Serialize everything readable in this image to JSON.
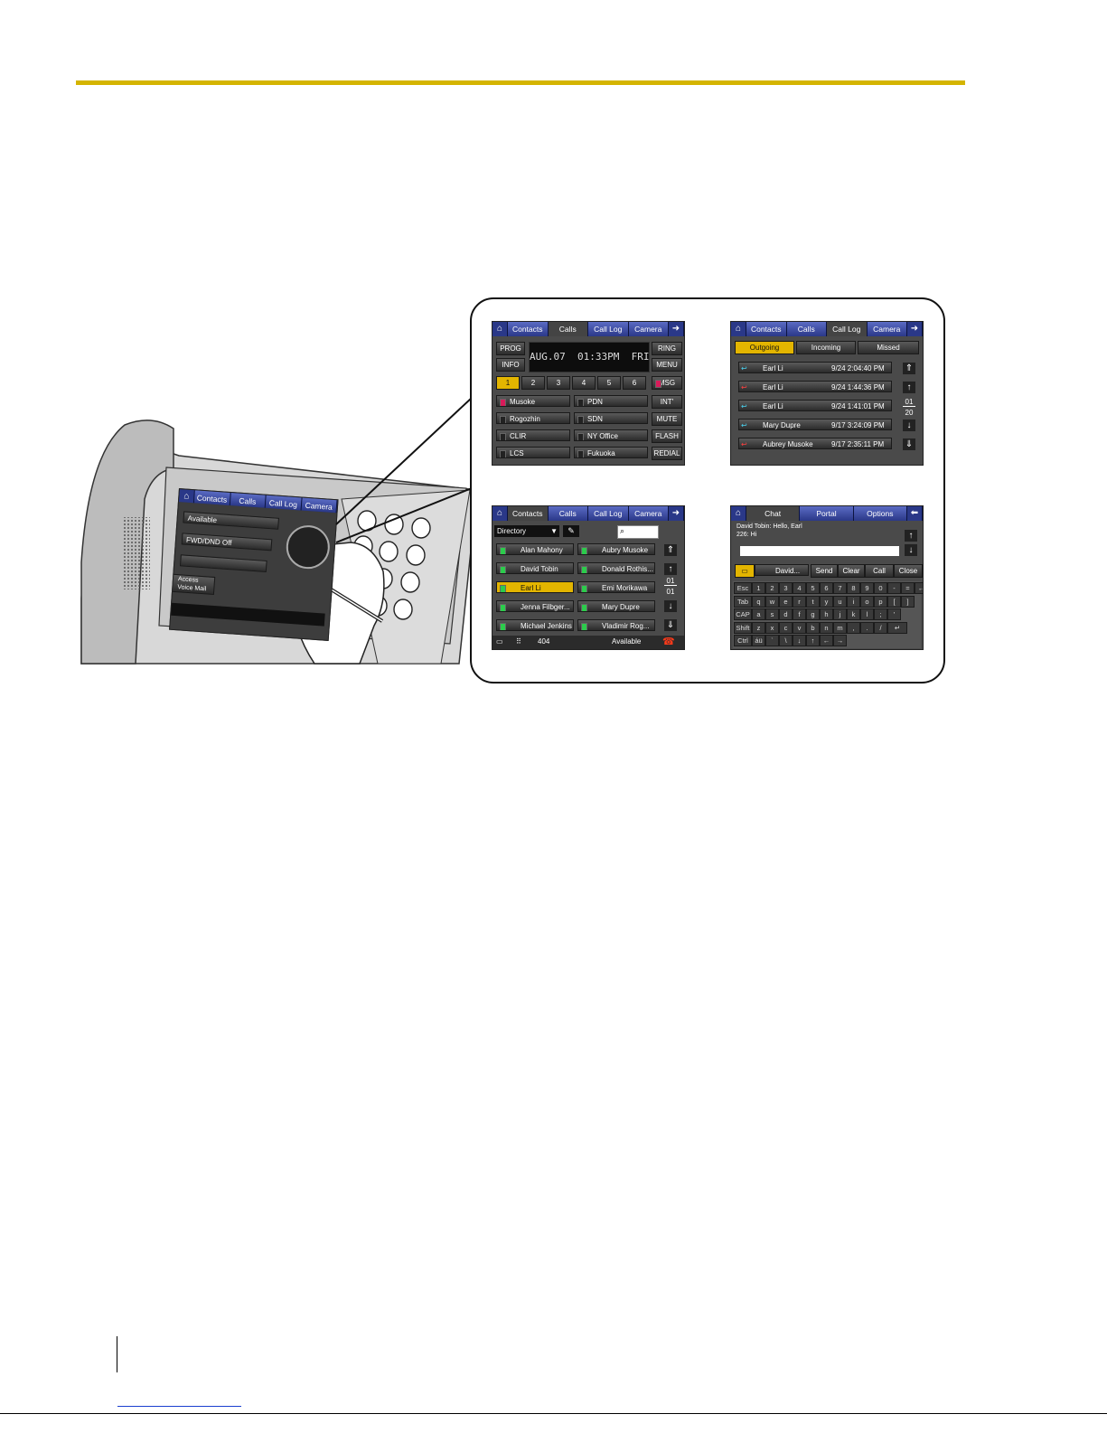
{
  "calls_screen": {
    "tabs": [
      "Contacts",
      "Calls",
      "Call Log",
      "Camera"
    ],
    "home_icon": "home-icon",
    "nav_icon": "arrow-right-icon",
    "display": "AUG.07  01:33PM  FRI",
    "left_buttons": [
      "PROG",
      "INFO"
    ],
    "right_buttons": [
      "RING",
      "MENU",
      "MSG",
      "INT'",
      "MUTE",
      "FLASH",
      "REDIAL"
    ],
    "line_keys": [
      "1",
      "2",
      "3",
      "4",
      "5",
      "6"
    ],
    "feature_keys": [
      "Musoke",
      "PDN",
      "Rogozhin",
      "SDN",
      "CLIR",
      "NY Office",
      "LCS",
      "Fukuoka"
    ]
  },
  "calllog_screen": {
    "tabs": [
      "Contacts",
      "Calls",
      "Call Log",
      "Camera"
    ],
    "filters": [
      "Outgoing",
      "Incoming",
      "Missed"
    ],
    "entries": [
      {
        "name": "Earl Li",
        "time": "9/24 2:04:40 PM"
      },
      {
        "name": "Earl Li",
        "time": "9/24 1:44:36 PM"
      },
      {
        "name": "Earl Li",
        "time": "9/24 1:41:01 PM"
      },
      {
        "name": "Mary Dupre",
        "time": "9/17 3:24:09 PM"
      },
      {
        "name": "Aubrey Musoke",
        "time": "9/17 2:35:11 PM"
      }
    ],
    "page_current": "01",
    "page_total": "20"
  },
  "contacts_screen": {
    "tabs": [
      "Contacts",
      "Calls",
      "Call Log",
      "Camera"
    ],
    "directory_label": "Directory",
    "contacts_left": [
      "Alan Mahony",
      "David Tobin",
      "Earl Li",
      "Jenna Filbger...",
      "Michael Jenkins"
    ],
    "contacts_right": [
      "Aubry Musoke",
      "Donald Rothis...",
      "Emi Morikawa",
      "Mary Dupre",
      "Vladimir Rog..."
    ],
    "page_current": "01",
    "page_total": "01",
    "extension": "404",
    "status": "Available"
  },
  "chat_screen": {
    "tabs": [
      "Chat",
      "Portal",
      "Options"
    ],
    "messages": [
      "David Tobin: Hello, Earl",
      "226: Hi"
    ],
    "buttons": [
      "David...",
      "Send",
      "Clear",
      "Call",
      "Close"
    ],
    "kb_row1": [
      "Esc",
      "1",
      "2",
      "3",
      "4",
      "5",
      "6",
      "7",
      "8",
      "9",
      "0",
      "-",
      "=",
      "←"
    ],
    "kb_row2": [
      "Tab",
      "q",
      "w",
      "e",
      "r",
      "t",
      "y",
      "u",
      "i",
      "o",
      "p",
      "[",
      "]"
    ],
    "kb_row3": [
      "CAP",
      "a",
      "s",
      "d",
      "f",
      "g",
      "h",
      "j",
      "k",
      "l",
      ";",
      "'"
    ],
    "kb_row4": [
      "Shift",
      "z",
      "x",
      "c",
      "v",
      "b",
      "n",
      "m",
      ",",
      ".",
      "/",
      "↵"
    ],
    "kb_row5": [
      "Ctrl",
      "áü",
      "`",
      "\\",
      "↓",
      "↑",
      "←",
      "→"
    ]
  },
  "phone_screen": {
    "tabs": [
      "Contacts",
      "Calls",
      "Call Log",
      "Camera"
    ],
    "dropdowns": [
      "Available",
      "FWD/DND Off",
      ""
    ],
    "voicemail": [
      "Access",
      "Voice Mail"
    ]
  }
}
